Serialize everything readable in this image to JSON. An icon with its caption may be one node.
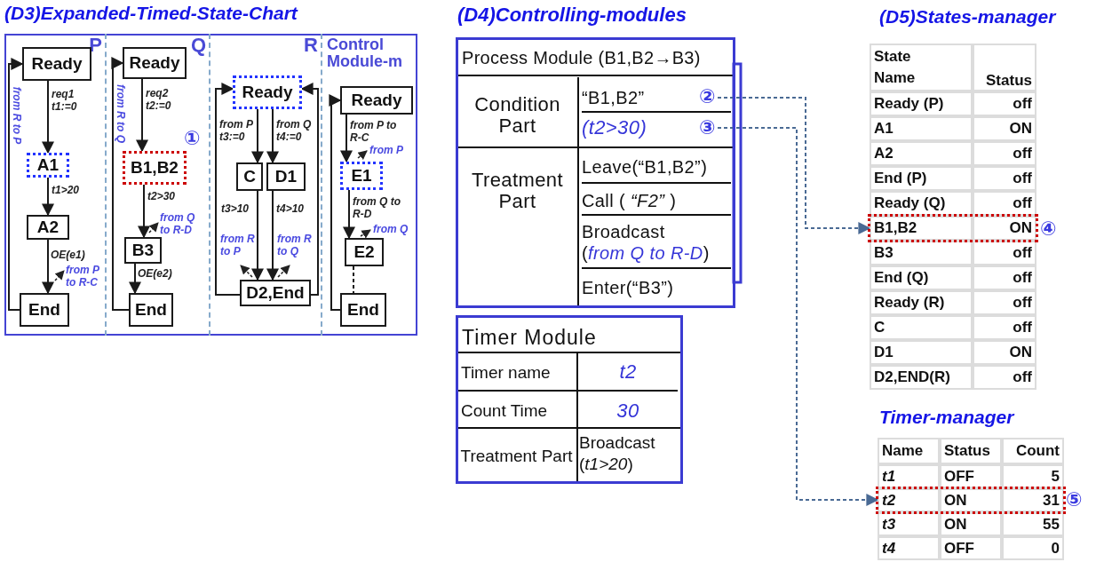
{
  "diagram": {
    "nodes": [
      {
        "text": [
          "(D3)Expanded-Timed-State-Chart"
        ]
      },
      {
        "text": [
          "P"
        ],
        "in": 0
      },
      {
        "text": [
          "Ready"
        ],
        "in": 1
      },
      {
        "text": [
          "A1"
        ],
        "in": 1
      },
      {
        "text": [
          "A2"
        ],
        "in": 1
      },
      {
        "text": [
          "End"
        ],
        "in": 1
      },
      {
        "text": [
          "Q"
        ],
        "in": 0
      },
      {
        "text": [
          "Ready"
        ],
        "in": 6
      },
      {
        "text": [
          "B1,B2"
        ],
        "in": 6,
        "beside": [
          "①"
        ]
      },
      {
        "text": [
          "B3"
        ],
        "in": 6
      },
      {
        "text": [
          "End"
        ],
        "in": 6
      },
      {
        "text": [
          "R"
        ],
        "in": 0
      },
      {
        "text": [
          "Ready"
        ],
        "in": 11
      },
      {
        "text": [
          "C"
        ],
        "in": 11
      },
      {
        "text": [
          "D1"
        ],
        "in": 11
      },
      {
        "text": [
          "D2,End"
        ],
        "in": 11
      },
      {
        "text": [
          "Control Module-m"
        ],
        "in": 0
      },
      {
        "text": [
          "Ready"
        ],
        "in": 16
      },
      {
        "text": [
          "E1"
        ],
        "in": 16
      },
      {
        "text": [
          "E2"
        ],
        "in": 16
      },
      {
        "text": [
          "End"
        ],
        "in": 16
      },
      {
        "text": [
          "Process Module (B1,B2→B3)"
        ]
      },
      {
        "text": [
          "Condition Part"
        ],
        "in": 21
      },
      {
        "text": [
          "“B1,B2”"
        ],
        "in": 21,
        "beside": [
          "②"
        ]
      },
      {
        "text": [
          "(t2>30)"
        ],
        "in": 21,
        "beside": [
          "③"
        ]
      },
      {
        "text": [
          "Treatment Part"
        ],
        "in": 21
      },
      {
        "text": [
          "Leave(“B1,B2”)"
        ],
        "in": 21
      },
      {
        "text": [
          "Call ( *“F2”* )"
        ],
        "in": 21
      },
      {
        "text": [
          "Broadcast (*from Q to R-D*)"
        ],
        "in": 21
      },
      {
        "text": [
          "Enter(“B3”)"
        ],
        "in": 21
      },
      {
        "text": [
          "Timer Module"
        ]
      },
      {
        "text": [
          "Timer name"
        ],
        "in": 30
      },
      {
        "text": [
          "t2"
        ],
        "in": 30
      },
      {
        "text": [
          "Count Time"
        ],
        "in": 30
      },
      {
        "text": [
          "30"
        ],
        "in": 30
      },
      {
        "text": [
          "Treatment Part"
        ],
        "in": 30
      },
      {
        "text": [
          "Broadcast (*t1>20*)"
        ],
        "in": 30
      },
      {
        "text": [
          "(D5)States-manager"
        ]
      },
      {
        "text": [
          "State Name",
          "Status"
        ],
        "in": 37
      },
      {
        "text": [
          "Ready (P)",
          "off"
        ],
        "in": 37
      },
      {
        "text": [
          "A1",
          "ON"
        ],
        "in": 37
      },
      {
        "text": [
          "A2",
          "off"
        ],
        "in": 37
      },
      {
        "text": [
          "End (P)",
          "off"
        ],
        "in": 37
      },
      {
        "text": [
          "Ready (Q)",
          "off"
        ],
        "in": 37
      },
      {
        "text": [
          "B1,B2",
          "ON"
        ],
        "in": 37,
        "beside": [
          "④"
        ]
      },
      {
        "text": [
          "B3",
          "off"
        ],
        "in": 37
      },
      {
        "text": [
          "End (Q)",
          "off"
        ],
        "in": 37
      },
      {
        "text": [
          "Ready (R)",
          "off"
        ],
        "in": 37
      },
      {
        "text": [
          "C",
          "off"
        ],
        "in": 37
      },
      {
        "text": [
          "D1",
          "ON"
        ],
        "in": 37
      },
      {
        "text": [
          "D2,END(R)",
          "off"
        ],
        "in": 37
      },
      {
        "text": [
          "Timer-manager"
        ]
      },
      {
        "text": [
          "Name",
          "Status",
          "Count"
        ],
        "in": 51
      },
      {
        "text": [
          "t1",
          "OFF",
          "5"
        ],
        "in": 51
      },
      {
        "text": [
          "t2",
          "ON",
          "31"
        ],
        "in": 51,
        "beside": [
          "⑤"
        ]
      },
      {
        "text": [
          "t3",
          "ON",
          "55"
        ],
        "in": 51
      },
      {
        "text": [
          "t4",
          "OFF",
          "0"
        ],
        "in": 51
      }
    ],
    "edges": [
      {
        "from": 2,
        "to": 3,
        "arrow": "to",
        "label": "req1 t1:=0"
      },
      {
        "from": 3,
        "to": 4,
        "arrow": "to",
        "label": "t1>20"
      },
      {
        "from": 4,
        "to": 5,
        "arrow": "to",
        "label": "OE(e1)"
      },
      {
        "from": 5,
        "to": 2,
        "arrow": "to",
        "label": "from R to P"
      },
      {
        "from": 7,
        "to": 8,
        "arrow": "to",
        "label": "req2 t2:=0"
      },
      {
        "from": 8,
        "to": 9,
        "arrow": "to",
        "label": "t2>30"
      },
      {
        "from": 9,
        "to": 10,
        "arrow": "to",
        "label": "OE(e2)"
      },
      {
        "from": 10,
        "to": 7,
        "arrow": "to",
        "label": "from R to Q"
      },
      {
        "from": 12,
        "to": 13,
        "arrow": "to",
        "label": "from P t3:=0"
      },
      {
        "from": 12,
        "to": 14,
        "arrow": "to",
        "label": "from Q t4:=0"
      },
      {
        "from": 13,
        "to": 15,
        "arrow": "to",
        "label": "t3>10"
      },
      {
        "from": 14,
        "to": 15,
        "arrow": "to",
        "label": "t4>10"
      },
      {
        "from": 15,
        "to": 12,
        "arrow": "to"
      },
      {
        "from": 15,
        "to": 12,
        "arrow": "to"
      },
      {
        "from": 17,
        "to": 18,
        "arrow": "to",
        "label": "from P to R-C"
      },
      {
        "from": 18,
        "to": 19,
        "arrow": "to",
        "label": "from Q to R-D"
      },
      {
        "from": 19,
        "to": 20,
        "arrow": "none",
        "style": "dashed"
      },
      {
        "from": 20,
        "to": 17,
        "arrow": "to"
      },
      {
        "from": 23,
        "to": 44,
        "arrow": "to",
        "style": "dashed",
        "color": "#4a6a94"
      },
      {
        "from": 24,
        "to": 54,
        "arrow": "to",
        "style": "dashed",
        "color": "#4a6a94"
      }
    ],
    "labels": [
      "from P to R-C",
      "from Q to R-D",
      "from R to P",
      "from R to Q",
      "from P",
      "from Q",
      "(D4)Controlling-modules"
    ]
  }
}
